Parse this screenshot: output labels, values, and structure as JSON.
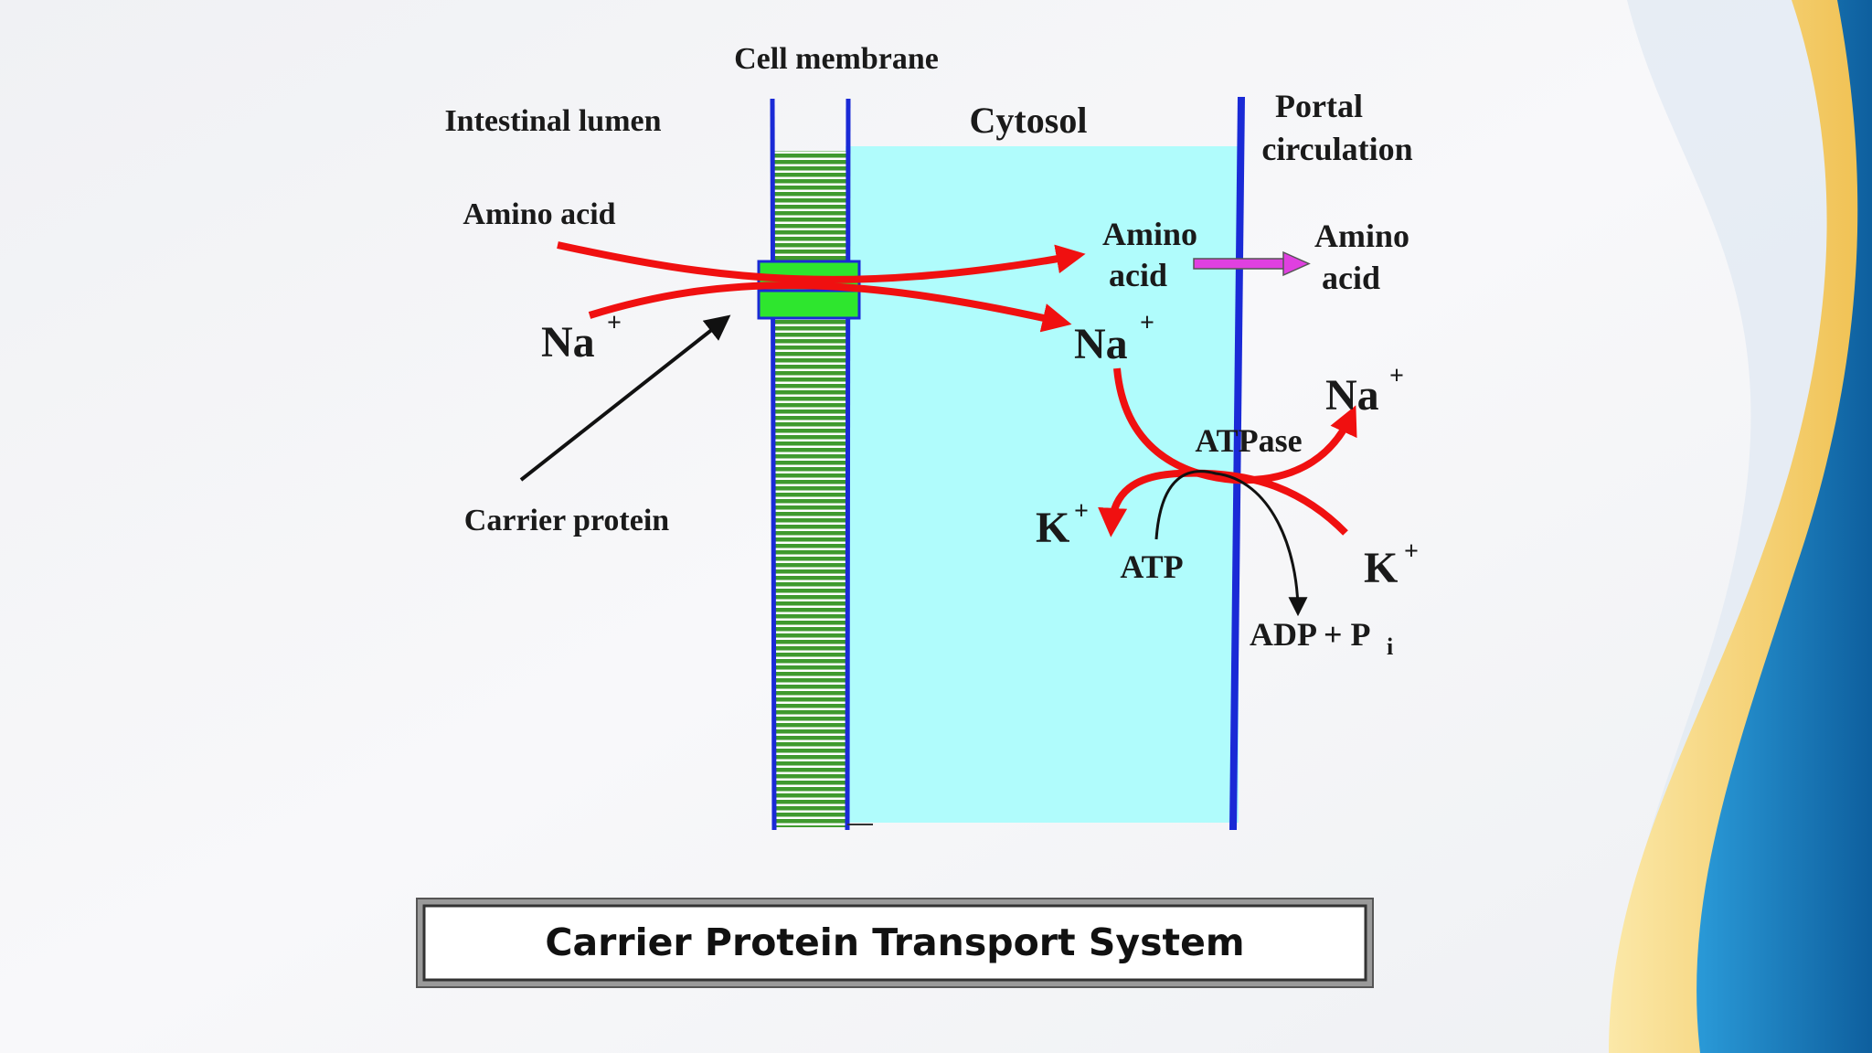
{
  "labels": {
    "cell_membrane": "Cell membrane",
    "intestinal_lumen": "Intestinal lumen",
    "cytosol": "Cytosol",
    "portal_line1": "Portal",
    "portal_line2": "circulation",
    "amino_acid_lumen": "Amino acid",
    "na_lumen": "Na",
    "carrier_protein": "Carrier protein",
    "amino_cyto_line1": "Amino",
    "amino_cyto_line2": "acid",
    "na_cyto": "Na",
    "amino_portal_line1": "Amino",
    "amino_portal_line2": "acid",
    "na_out": "Na",
    "atpase": "ATPase",
    "k_in": "K",
    "k_out": "K",
    "atp": "ATP",
    "adp": "ADP + P",
    "adp_sub": "i",
    "plus": "+"
  },
  "caption": "Carrier Protein Transport System",
  "colors": {
    "background": "#f4f5f7",
    "cytosol": "#b0fcfc",
    "membrane_line": "#1a2ad6",
    "membrane_fill": "#3a9a2a",
    "carrier": "#2ee62e",
    "arrow_red": "#f01010",
    "arrow_magenta": "#e040e0",
    "wave_blue": "#1a7fc0",
    "wave_yellow": "#f3cf6a"
  }
}
